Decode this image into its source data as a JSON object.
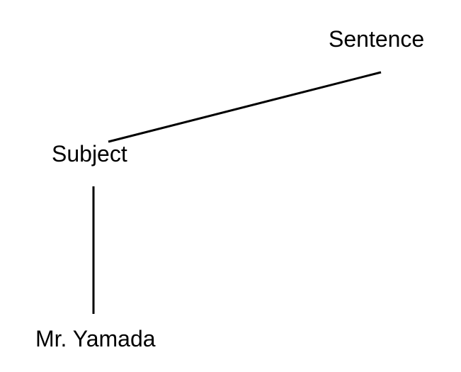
{
  "tree": {
    "nodes": {
      "root": {
        "label": "Sentence"
      },
      "subject": {
        "label": "Subject"
      },
      "leaf": {
        "label": "Mr. Yamada"
      }
    },
    "edges": [
      {
        "from": "root",
        "to": "subject"
      },
      {
        "from": "subject",
        "to": "leaf"
      }
    ]
  },
  "colors": {
    "line": "#000000",
    "text": "#000000",
    "background": "#ffffff"
  }
}
